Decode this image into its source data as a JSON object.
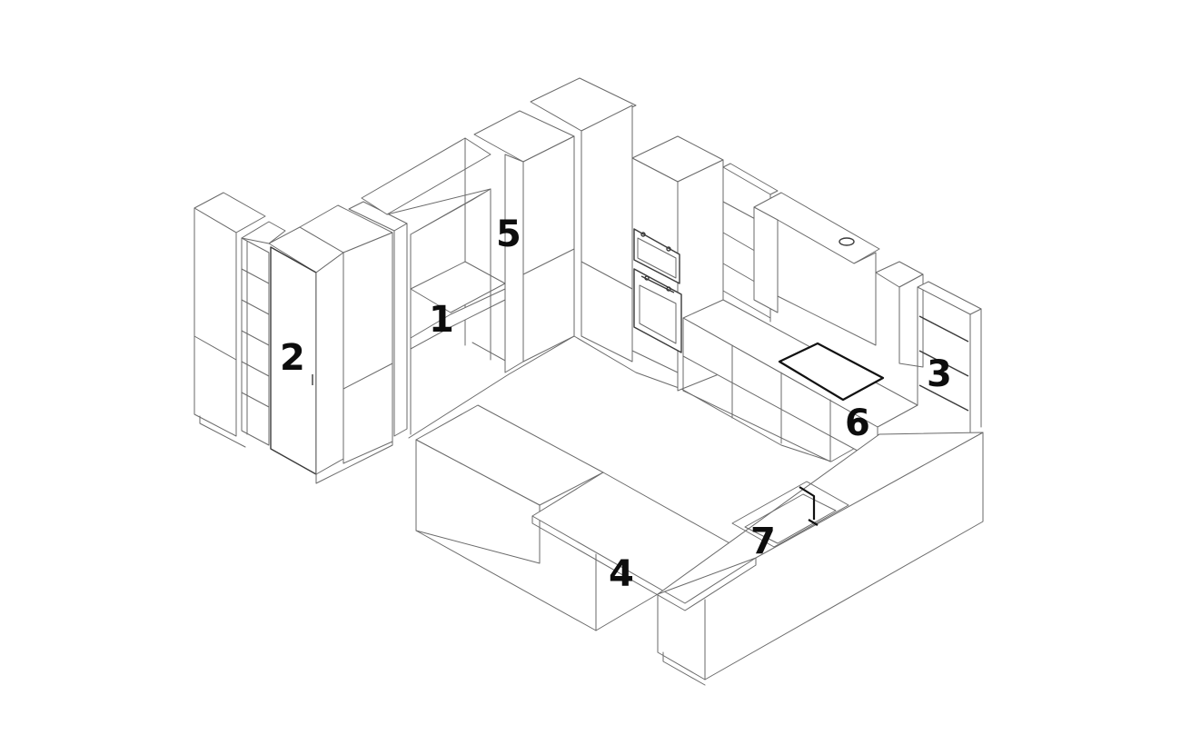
{
  "labels": {
    "l1": "1",
    "l2": "2",
    "l3": "3",
    "l4": "4",
    "l5": "5",
    "l6": "6",
    "l7": "7"
  },
  "colors": {
    "line": "#6a6a6a",
    "label": "#0d0d0d",
    "background": "#ffffff"
  }
}
